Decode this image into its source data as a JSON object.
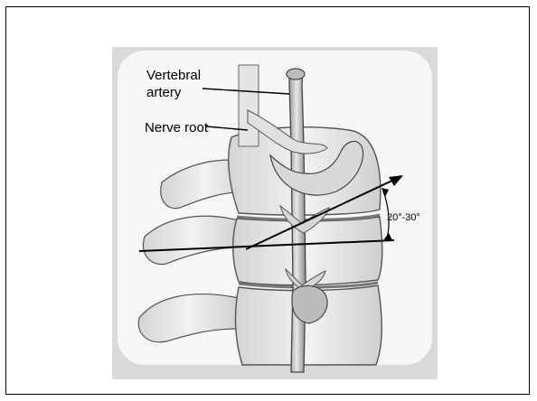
{
  "diagram": {
    "labels": {
      "vertebral_artery_line1": "Vertebral",
      "vertebral_artery_line2": "artery",
      "nerve_root": "Nerve root",
      "angle": "20°-30°"
    }
  }
}
